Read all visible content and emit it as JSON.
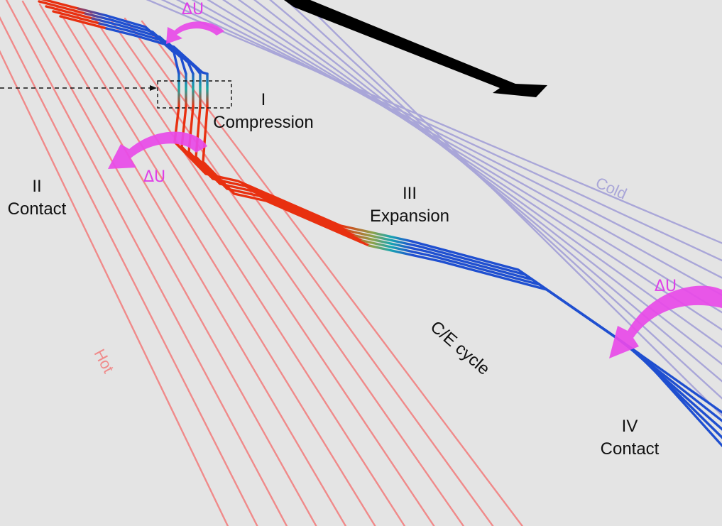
{
  "colors": {
    "background": "#e4e4e4",
    "hot": "#f08a8a",
    "cold": "#a9a6d8",
    "hot_fluid": "#e83010",
    "cold_fluid": "#1f4fd0",
    "heat_arrow": "#e84ae8",
    "direction_arrow": "#000000"
  },
  "labels": {
    "hot": "Hot",
    "cold": "Cold",
    "stage1_num": "I",
    "stage1_name": "Compression",
    "stage2_num": "II",
    "stage2_name": "Contact",
    "stage3_num": "III",
    "stage3_name": "Expansion",
    "stage4_num": "IV",
    "stage4_name": "Contact",
    "cycle": "C/E cycle",
    "delta_u": "ΔU"
  }
}
